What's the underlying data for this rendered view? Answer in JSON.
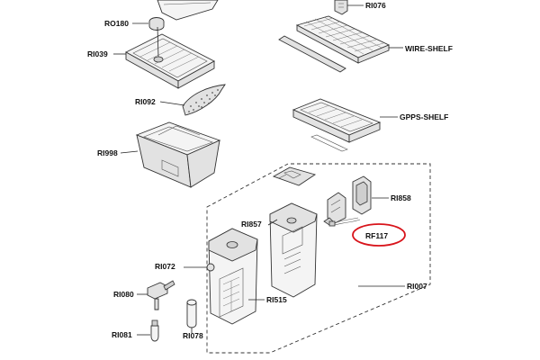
{
  "labels": {
    "ro180": "RO180",
    "ri076": "RI076",
    "ri039": "RI039",
    "wire_shelf": "WIRE-SHELF",
    "ri092": "RI092",
    "gpps_shelf": "GPPS-SHELF",
    "ri998": "RI998",
    "ri858": "RI858",
    "ri857": "RI857",
    "rf117": "RF117",
    "ri072": "RI072",
    "ri007": "RI007",
    "ri080": "RI080",
    "ri515": "RI515",
    "ri081": "RI081",
    "ri078": "RI078"
  },
  "highlighted_part": "RF117",
  "colors": {
    "highlight": "#d8141b",
    "line": "#333333",
    "background": "#ffffff"
  }
}
